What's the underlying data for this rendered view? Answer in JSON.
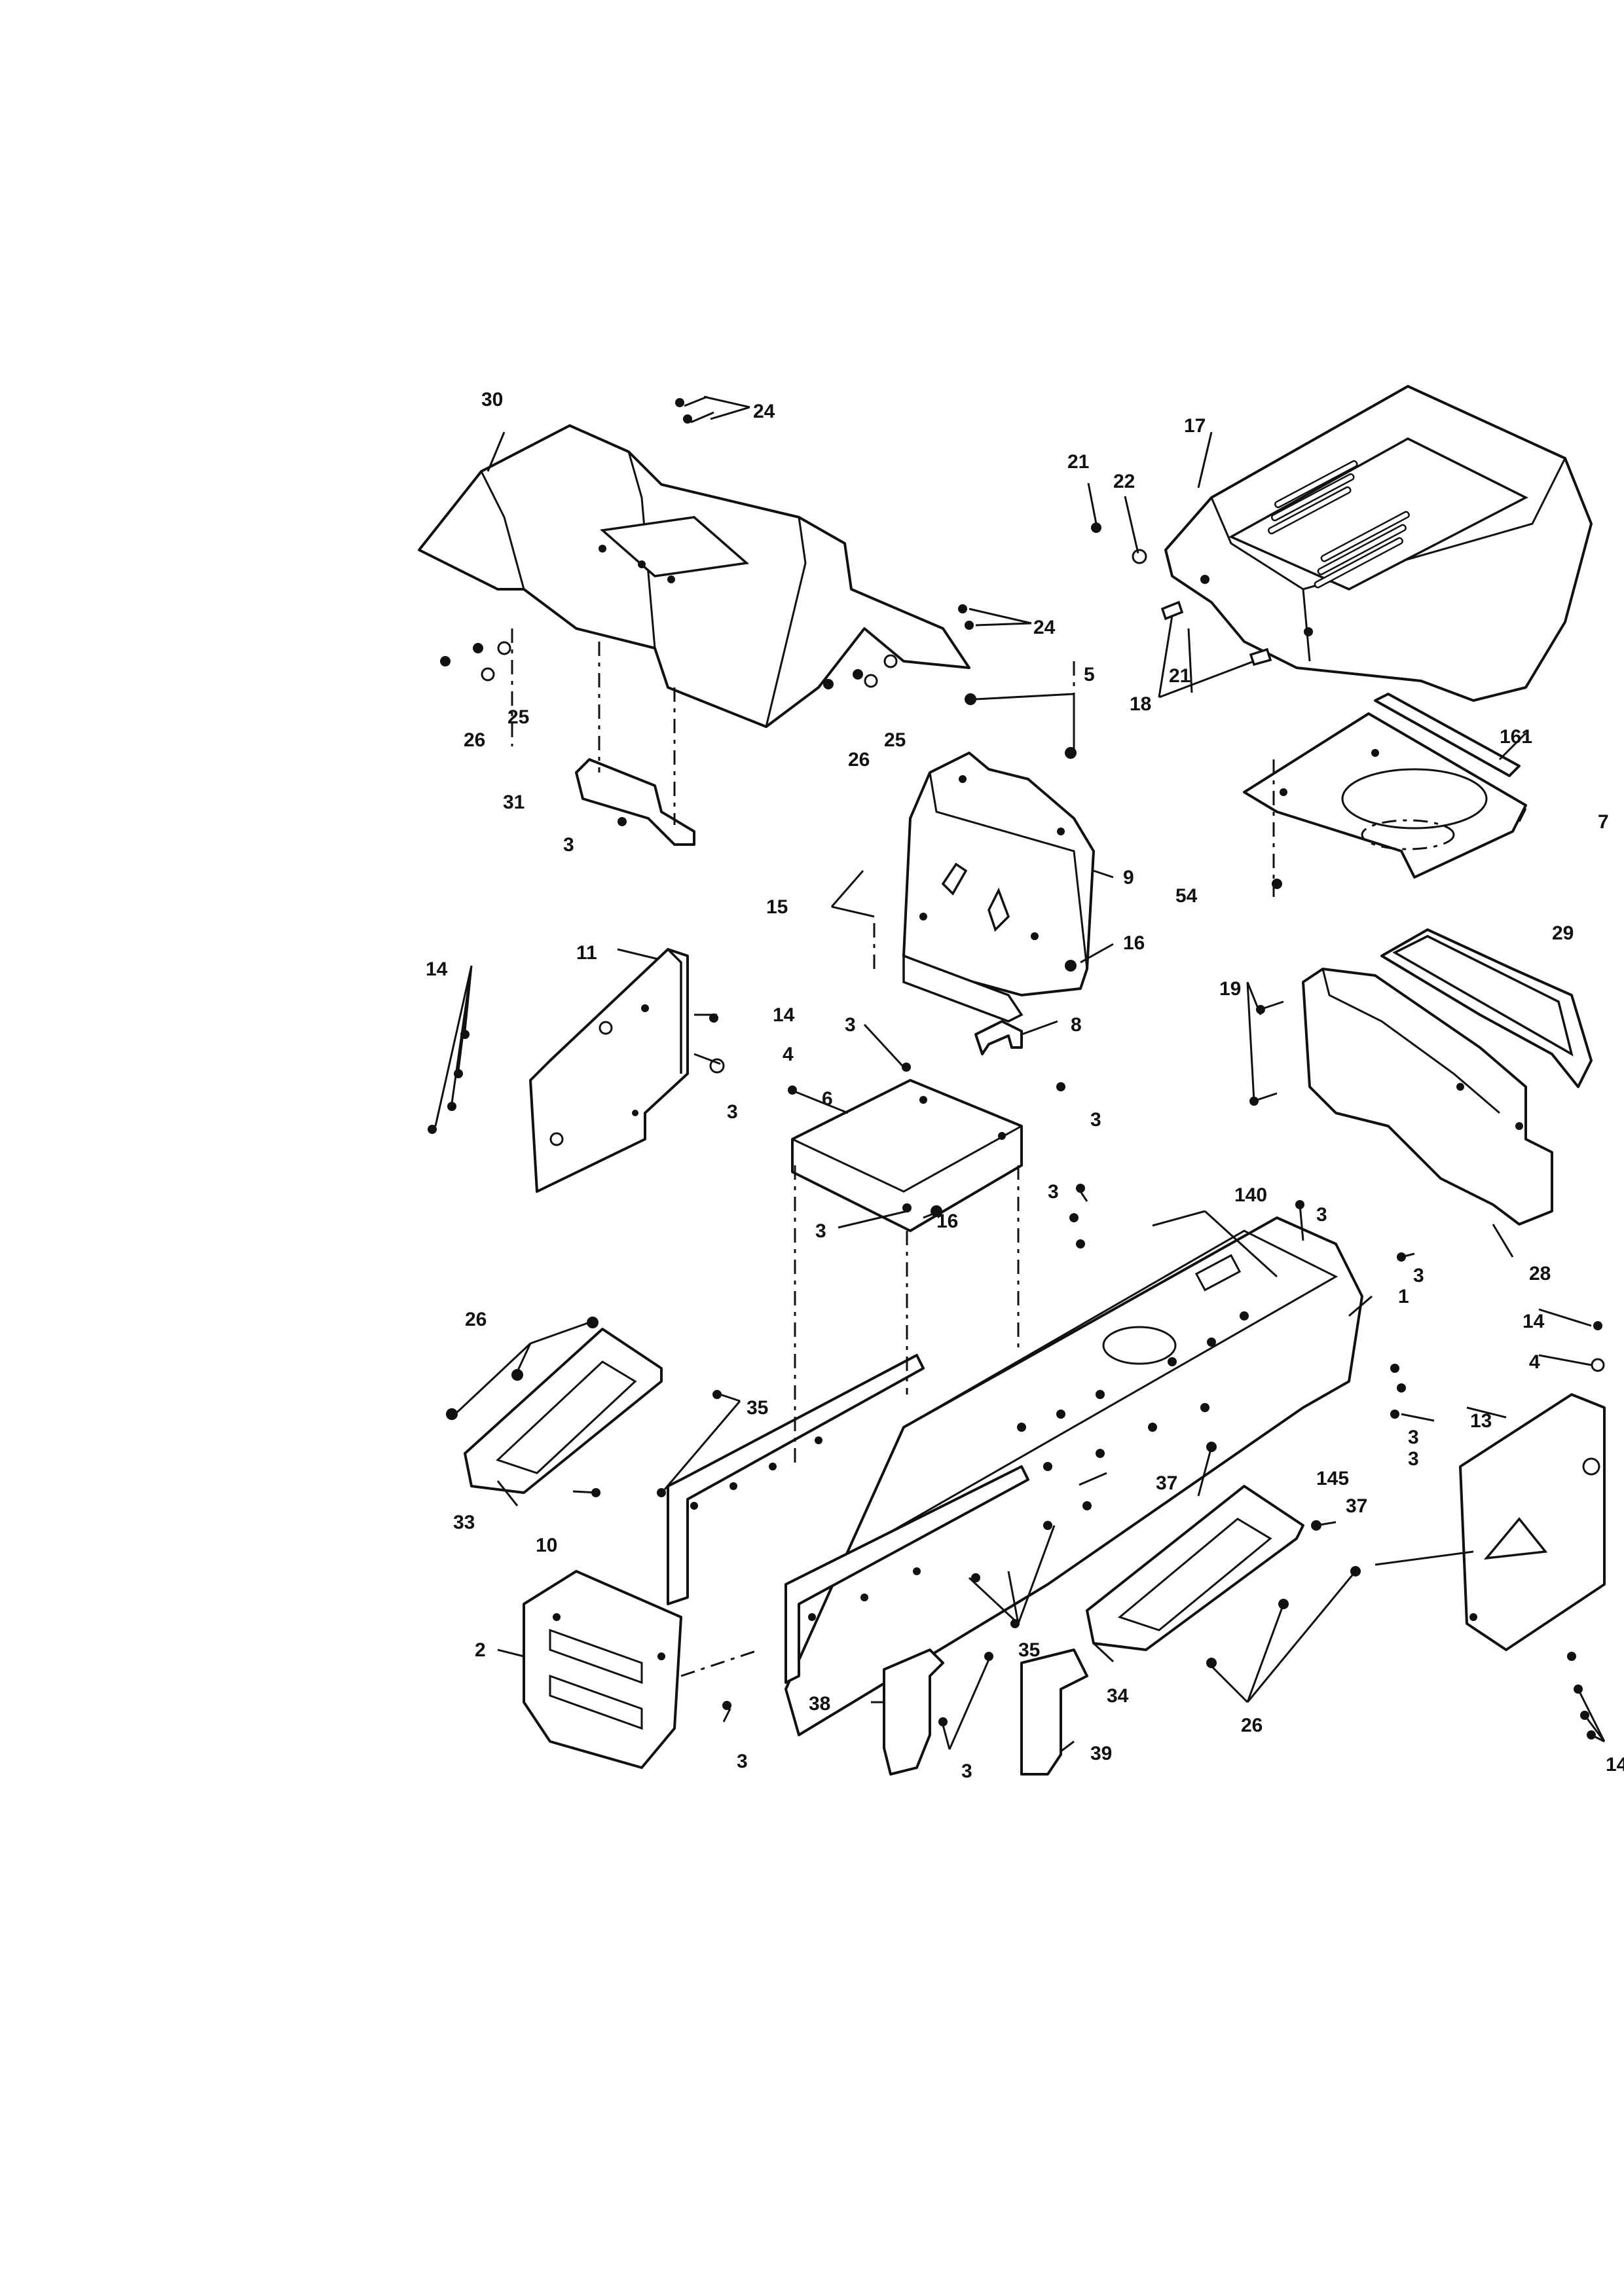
{
  "callouts": {
    "c1": "1",
    "c2": "2",
    "c3a": "3",
    "c3b": "3",
    "c3c": "3",
    "c3d": "3",
    "c3e": "3",
    "c3f": "3",
    "c3g": "3",
    "c3h": "3",
    "c3i": "3",
    "c3j": "3",
    "c3k": "3",
    "c3l": "3",
    "c4a": "4",
    "c4b": "4",
    "c5": "5",
    "c6": "6",
    "c7": "7",
    "c8": "8",
    "c9": "9",
    "c10": "10",
    "c11": "11",
    "c13": "13",
    "c14a": "14",
    "c14b": "14",
    "c14c": "14",
    "c14d": "14",
    "c15": "15",
    "c16a": "16",
    "c16b": "16",
    "c17": "17",
    "c18": "18",
    "c19": "19",
    "c21a": "21",
    "c21b": "21",
    "c22": "22",
    "c24a": "24",
    "c24b": "24",
    "c25a": "25",
    "c25b": "25",
    "c26a": "26",
    "c26b": "26",
    "c26c": "26",
    "c26d": "26",
    "c28": "28",
    "c29": "29",
    "c30": "30",
    "c31": "31",
    "c33": "33",
    "c34": "34",
    "c35a": "35",
    "c35b": "35",
    "c37a": "37",
    "c37b": "37",
    "c38": "38",
    "c39": "39",
    "c54": "54",
    "c140": "140",
    "c145": "145",
    "c161": "161"
  }
}
